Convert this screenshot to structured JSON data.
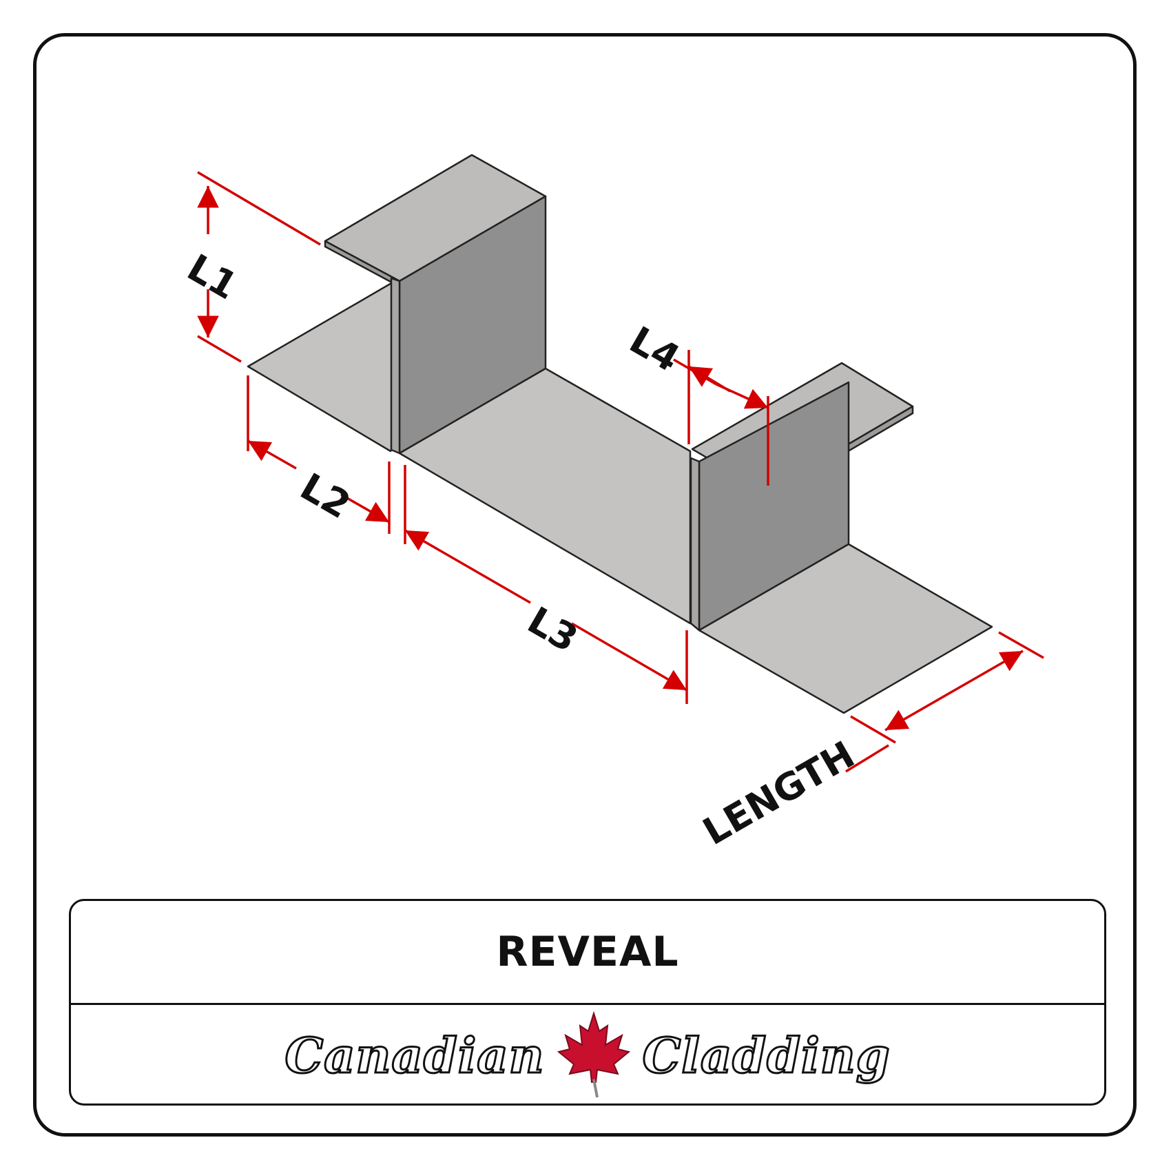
{
  "drawing": {
    "dimension_labels": {
      "l1": "L1",
      "l2": "L2",
      "l3": "L3",
      "l4": "L4",
      "length": "LENGTH"
    },
    "colors": {
      "dimension_line": "#d40000",
      "sheet_metal_light": "#c4c3c1",
      "sheet_metal_dark": "#8f8f8f",
      "outline": "#222222"
    }
  },
  "title_block": {
    "title": "REVEAL",
    "logo_left": "Canadian",
    "logo_right": "Cladding",
    "logo_icon": "maple-leaf-icon",
    "leaf_color": "#c8102e"
  }
}
